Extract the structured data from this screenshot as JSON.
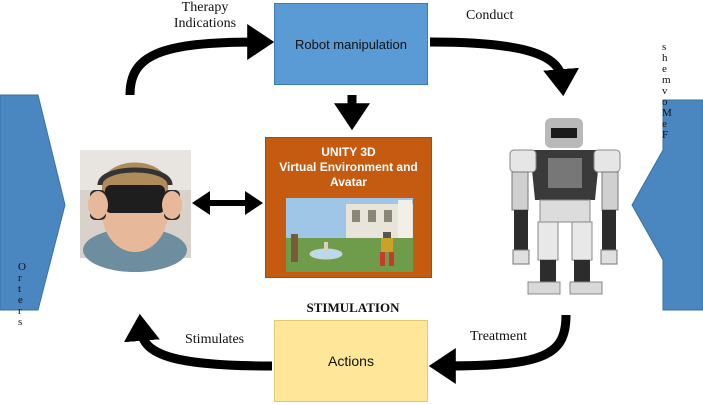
{
  "labels": {
    "therapy_indications": "Therapy\nIndications",
    "conduct": "Conduct",
    "robot_manipulation": "Robot manipulation",
    "unity": "UNITY 3D\nVirtual Environment and\nAvatar",
    "stimulation": "STIMULATION",
    "actions": "Actions",
    "stimulates": "Stimulates",
    "treatment": "Treatment"
  },
  "side_text": {
    "right": "s\nh\ne\nm\nv\no\nM\ne\nF",
    "left_bottom": "O\nr\nt\ne\nr\ns"
  },
  "colors": {
    "robot_box": "#5b9bd5",
    "unity_box": "#c55a11",
    "actions_box": "#ffe699",
    "side_panels": "#4a86c0",
    "arrows": "#000000"
  }
}
